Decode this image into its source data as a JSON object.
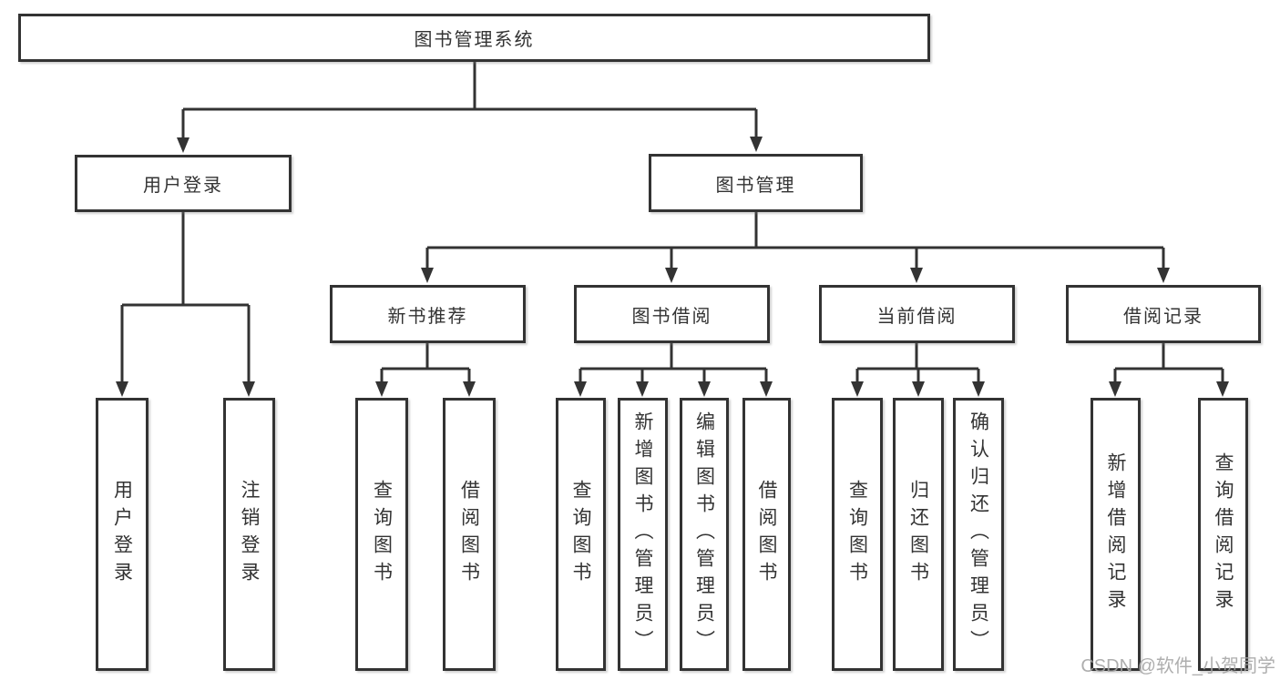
{
  "diagram": {
    "root": {
      "label": "图书管理系统"
    },
    "branches": [
      {
        "label": "用户登录",
        "children": [
          {
            "label": "用户登录"
          },
          {
            "label": "注销登录"
          }
        ]
      },
      {
        "label": "图书管理",
        "children": [
          {
            "label": "新书推荐",
            "children": [
              {
                "label": "查询图书"
              },
              {
                "label": "借阅图书"
              }
            ]
          },
          {
            "label": "图书借阅",
            "children": [
              {
                "label": "查询图书"
              },
              {
                "label": "新增图书（管理员）"
              },
              {
                "label": "编辑图书（管理员）"
              },
              {
                "label": "借阅图书"
              }
            ]
          },
          {
            "label": "当前借阅",
            "children": [
              {
                "label": "查询图书"
              },
              {
                "label": "归还图书"
              },
              {
                "label": "确认归还（管理员）"
              }
            ]
          },
          {
            "label": "借阅记录",
            "children": [
              {
                "label": "新增借阅记录"
              },
              {
                "label": "查询借阅记录"
              }
            ]
          }
        ]
      }
    ]
  },
  "watermark": {
    "text": "CSDN @软件_小贺同学"
  },
  "colors": {
    "line": "#333333",
    "box_border": "#333333",
    "text": "#333333",
    "watermark": "#a5a5a5",
    "background": "#ffffff"
  }
}
